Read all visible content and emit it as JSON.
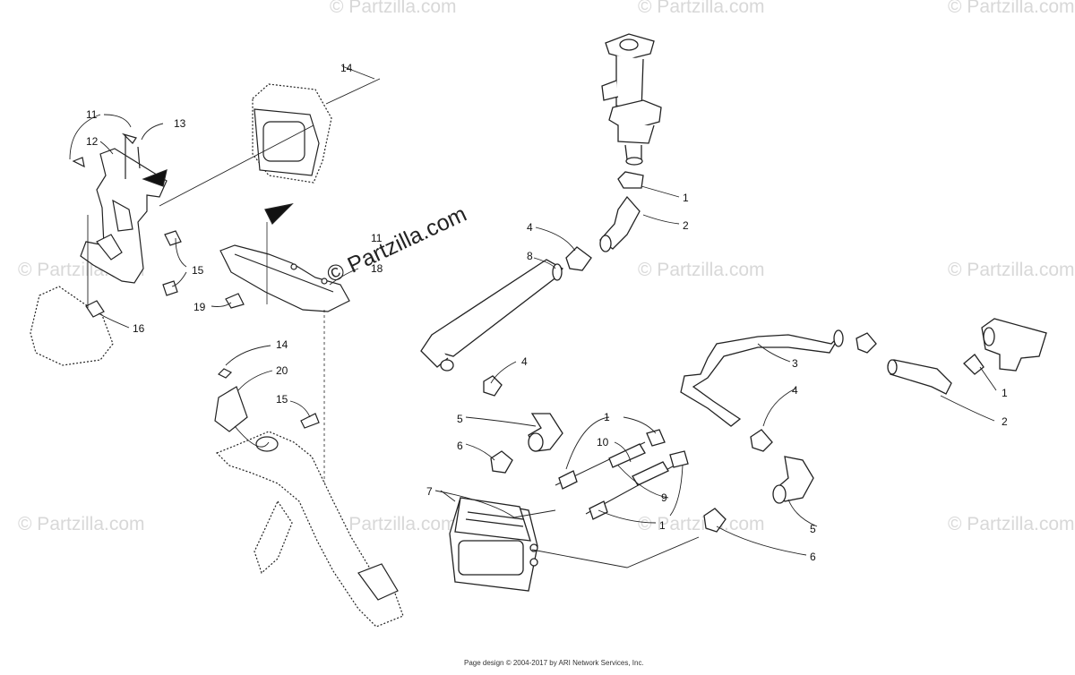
{
  "watermark": {
    "text": "© Partzilla.com"
  },
  "footer": {
    "text": "Page design © 2004-2017 by ARI Network Services, Inc."
  },
  "callouts": {
    "c1a": "1",
    "c2a": "2",
    "c4a": "4",
    "c8": "8",
    "c3": "3",
    "c4b": "4",
    "c1b": "1",
    "c2b": "2",
    "c4c": "4",
    "c5a": "5",
    "c6a": "6",
    "c1c": "1",
    "c10": "10",
    "c9": "9",
    "c1d": "1",
    "c7": "7",
    "c5b": "5",
    "c6b": "6",
    "c14a": "14",
    "c11a": "11",
    "c12": "12",
    "c13": "13",
    "c15a": "15",
    "c16": "16",
    "c11b": "11",
    "c18": "18",
    "c19": "19",
    "c14b": "14",
    "c20": "20",
    "c15b": "15"
  }
}
